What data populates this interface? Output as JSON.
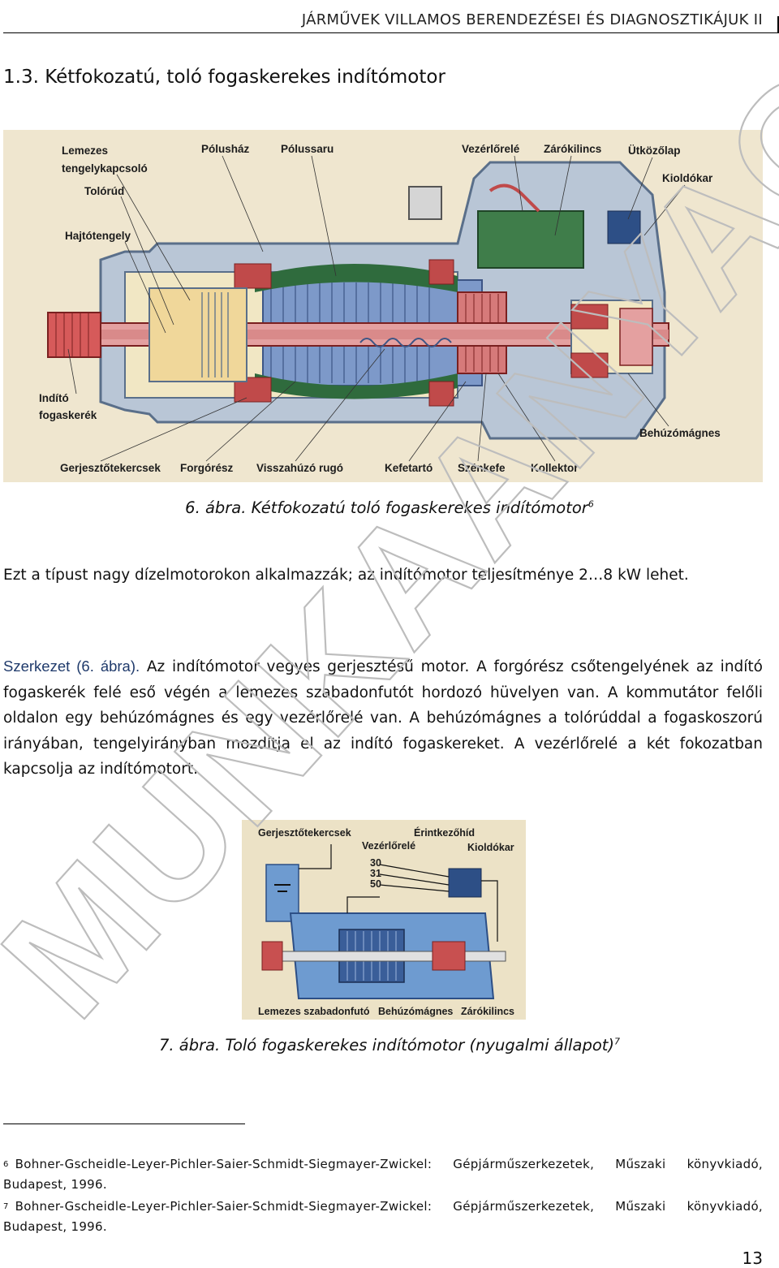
{
  "header": {
    "running_title": "JÁRMŰVEK VILLAMOS BERENDEZÉSEI ÉS DIAGNOSZTIKÁJUK II"
  },
  "section": {
    "title": "1.3. Kétfokozatú, toló fogaskerekes indítómotor"
  },
  "figure6": {
    "labels": {
      "lemezes": "Lemezes",
      "tengelykapcsolo": "tengelykapcsoló",
      "tolorud": "Tolórúd",
      "hajtotengely": "Hajtótengely",
      "polushaz": "Pólusház",
      "polussaru": "Pólussaru",
      "vezerlorele": "Vezérlőrelé",
      "zarokilincs": "Zárókilincs",
      "utkozolap": "Ütközőlap",
      "kioldokar": "Kioldókar",
      "indito": "Indító",
      "fogaskerek": "fogaskerék",
      "behuzomagnes": "Behúzómágnes",
      "gerjesztotekercsek": "Gerjesztőtekercsek",
      "forgoresz": "Forgórész",
      "visszahuzo_rugo": "Visszahúzó rugó",
      "kefetarto": "Kefetartó",
      "szenkefe": "Szénkefe",
      "kollektor": "Kollektor"
    },
    "caption": "6. ábra. Kétfokozatú toló fogaskerekes indítómotor",
    "caption_ref": "6"
  },
  "paragraph1": "Ezt a típust nagy dízelmotorokon alkalmazzák; az indítómotor teljesítménye 2…8 kW lehet.",
  "paragraph2": {
    "keyword": "Szerkezet (6. ábra).",
    "body": " Az indítómotor vegyes gerjesztésű motor. A forgórész csőtengelyének az indító fogaskerék felé eső végén a lemezes szabadonfutót hordozó hüvelyen van. A kommutátor felőli oldalon egy behúzómágnes és egy vezérlőrelé van. A behúzómágnes a tolórúddal a fogaskoszorú irányában, tengelyirányban mozdítja el az indító fogaskereket. A vezérlőrelé a két fokozatban kapcsolja az indítómotort."
  },
  "figure7": {
    "labels": {
      "gerjesztotekercsek": "Gerjesztőtekercsek",
      "erintkezohid": "Érintkezőhíd",
      "vezerlorele": "Vezérlőrelé",
      "kioldokar": "Kioldókar",
      "t30": "30",
      "t31": "31",
      "t50": "50",
      "lemezes_szabadonfuto": "Lemezes szabadonfutó",
      "behuzomagnes": "Behúzómágnes",
      "zarokilincs": "Zárókilincs"
    },
    "caption": "7. ábra. Toló fogaskerekes indítómotor (nyugalmi állapot)",
    "caption_ref": "7"
  },
  "footnotes": [
    {
      "num": "6",
      "text": "Bohner-Gscheidle-Leyer-Pichler-Saier-Schmidt-Siegmayer-Zwickel: Gépjárműszerkezetek, Műszaki könyvkiadó, Budapest, 1996."
    },
    {
      "num": "7",
      "text": "Bohner-Gscheidle-Leyer-Pichler-Saier-Schmidt-Siegmayer-Zwickel: Gépjárműszerkezetek, Műszaki könyvkiadó, Budapest, 1996."
    }
  ],
  "page_number": "13",
  "watermark": "MUNKAANYAG"
}
